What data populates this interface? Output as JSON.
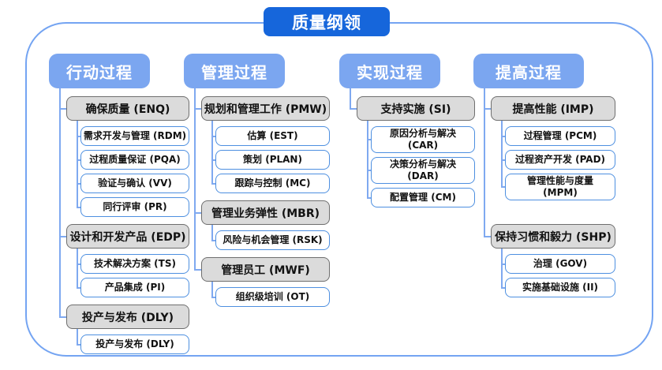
{
  "title": "质量纲领",
  "colors": {
    "title-bg": "#1666db",
    "title-text": "#ffffff",
    "header-bg": "#7ba6f0",
    "frame-border": "#74a4f2",
    "connector": "#7fa9f0",
    "group-fill": "#dbdbdb",
    "group-border": "#6e6e6e",
    "leaf-border": "#4d8fe0",
    "text": "#111111"
  },
  "columns": [
    {
      "label": "行动过程",
      "groups": [
        {
          "label": "确保质量 (ENQ)",
          "children": [
            "需求开发与管理 (RDM)",
            "过程质量保证 (PQA)",
            "验证与确认 (VV)",
            "同行评审 (PR)"
          ]
        },
        {
          "label": "设计和开发产品 (EDP)",
          "children": [
            "技术解决方案 (TS)",
            "产品集成 (PI)"
          ]
        },
        {
          "label": "投产与发布 (DLY)",
          "children": [
            "投产与发布 (DLY)"
          ]
        }
      ]
    },
    {
      "label": "管理过程",
      "groups": [
        {
          "label": "规划和管理工作 (PMW)",
          "children": [
            "估算 (EST)",
            "策划 (PLAN)",
            "跟踪与控制 (MC)"
          ]
        },
        {
          "label": "管理业务弹性 (MBR)",
          "children": [
            "风险与机会管理 (RSK)"
          ]
        },
        {
          "label": "管理员工 (MWF)",
          "children": [
            "组织级培训 (OT)"
          ]
        }
      ]
    },
    {
      "label": "实现过程",
      "groups": [
        {
          "label": "支持实施 (SI)",
          "children": [
            "原因分析与解决 (CAR)",
            "决策分析与解决 (DAR)",
            "配置管理 (CM)"
          ]
        }
      ]
    },
    {
      "label": "提高过程",
      "groups": [
        {
          "label": "提高性能 (IMP)",
          "children": [
            "过程管理 (PCM)",
            "过程资产开发 (PAD)",
            "管理性能与度量\n(MPM)"
          ]
        },
        {
          "label": "保持习惯和毅力 (SHP)",
          "children": [
            "治理 (GOV)",
            "实施基础设施 (II)"
          ]
        }
      ]
    }
  ]
}
